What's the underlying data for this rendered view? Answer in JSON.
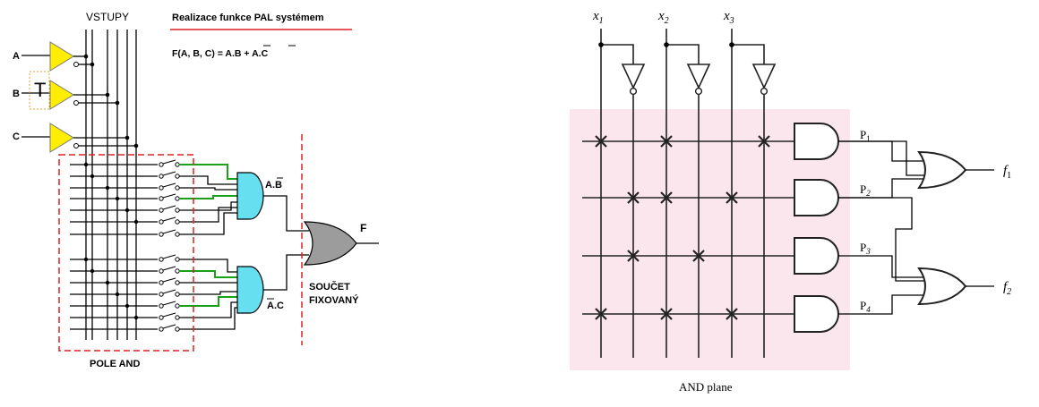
{
  "left": {
    "inputs_header": "VSTUPY",
    "title": "Realizace funkce  PAL systémem",
    "formula": {
      "lhs": "F(A, B, C) = ",
      "t1": "A.",
      "t1b": "B",
      "plus": "  +  ",
      "t2a": "A",
      "t2": ".C"
    },
    "inputs": [
      "A",
      "B",
      "C"
    ],
    "and1_label": {
      "a": "A.",
      "b": "B"
    },
    "and2_label": {
      "a": "A",
      "b": ".C"
    },
    "output_label": "F",
    "or_caption": [
      "SOUČET",
      "FIXOVANÝ"
    ],
    "and_array_caption": "POLE  AND",
    "colors": {
      "buffer": "#ffee00",
      "and_gate": "#66e0f0",
      "or_gate": "#9c9c9c",
      "dashed": "#e02020",
      "connected": "#1aa01a"
    }
  },
  "right": {
    "inputs": [
      {
        "v": "x",
        "s": "1"
      },
      {
        "v": "x",
        "s": "2"
      },
      {
        "v": "x",
        "s": "3"
      }
    ],
    "products": [
      {
        "v": "P",
        "s": "1"
      },
      {
        "v": "P",
        "s": "2"
      },
      {
        "v": "P",
        "s": "3"
      },
      {
        "v": "P",
        "s": "4"
      }
    ],
    "outputs": [
      {
        "v": "f",
        "s": "1"
      },
      {
        "v": "f",
        "s": "2"
      }
    ],
    "plane_caption": "AND plane",
    "colors": {
      "plane": "#fbe6ee"
    }
  }
}
